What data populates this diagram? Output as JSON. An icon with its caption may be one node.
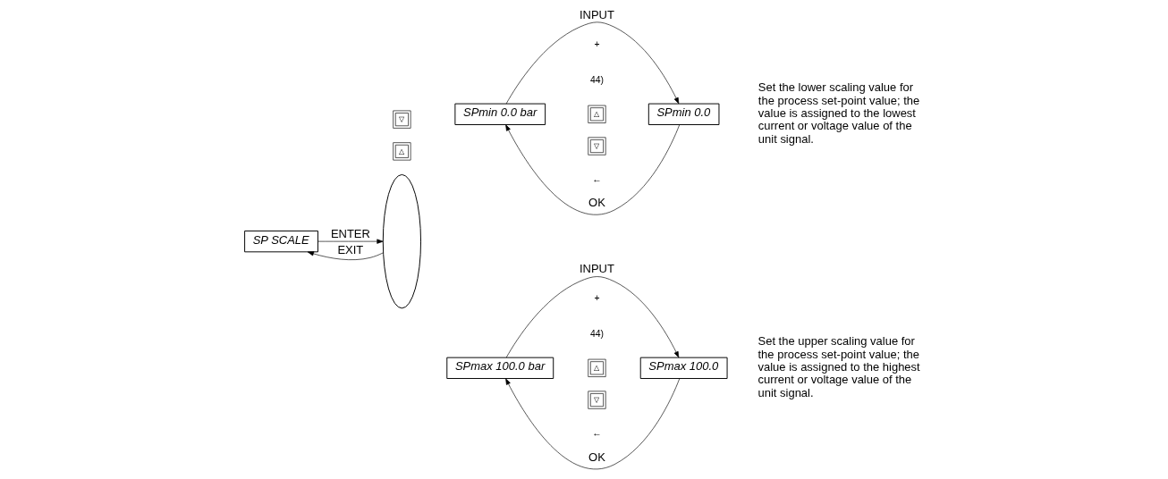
{
  "diagram": {
    "nodes": [
      {
        "text": [
          "SP SCALE"
        ]
      },
      {
        "text": [],
        "shape": "ellipse"
      },
      {
        "text": [
          "SPmin 0.0 bar"
        ]
      },
      {
        "text": [
          "SPmin 0.0"
        ],
        "beside": [
          "Set the lower scaling value for the process set-point value; the value is assigned to the lowest current or voltage value of the unit signal."
        ]
      },
      {
        "text": [
          "SPmax 100.0 bar"
        ]
      },
      {
        "text": [
          "SPmax 100.0"
        ],
        "beside": [
          "Set the upper scaling value for the process set-point value; the value is assigned to the highest current or voltage value of the unit signal."
        ]
      }
    ],
    "edges": [
      {
        "from": 0,
        "to": 1,
        "arrow": "to",
        "label": "ENTER"
      },
      {
        "from": 1,
        "to": 0,
        "arrow": "to",
        "label": "EXIT"
      },
      {
        "from": 2,
        "to": 3,
        "arrow": "to",
        "label": "INPUT"
      },
      {
        "from": 3,
        "to": 2,
        "arrow": "to",
        "label": "OK"
      },
      {
        "from": 4,
        "to": 5,
        "arrow": "to",
        "label": "INPUT"
      },
      {
        "from": 5,
        "to": 4,
        "arrow": "to",
        "label": "OK"
      }
    ],
    "labels": [
      "△",
      "▽",
      "+",
      "44)",
      "△",
      "▽",
      "←",
      "+",
      "44)",
      "△",
      "▽",
      "←"
    ]
  }
}
